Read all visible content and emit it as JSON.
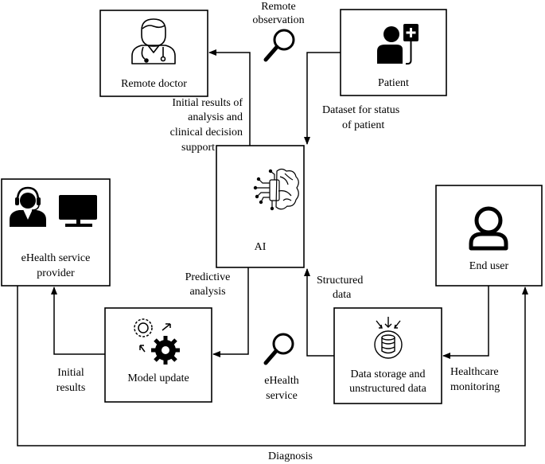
{
  "nodes": {
    "remote_doctor": "Remote doctor",
    "patient": "Patient",
    "ai": "AI",
    "ehealth_provider_line1": "eHealth service",
    "ehealth_provider_line2": "provider",
    "end_user": "End user",
    "model_update": "Model update",
    "data_storage_line1": "Data storage and",
    "data_storage_line2": "unstructured data"
  },
  "edges": {
    "remote_observation_1": "Remote",
    "remote_observation_2": "observation",
    "dataset_1": "Dataset for status",
    "dataset_2": "of patient",
    "initial_analysis_1": "Initial results of",
    "initial_analysis_2": "analysis and",
    "initial_analysis_3": "clinical decision",
    "initial_analysis_4": "support",
    "predictive_1": "Predictive",
    "predictive_2": "analysis",
    "structured_1": "Structured",
    "structured_2": "data",
    "initial_results_1": "Initial",
    "initial_results_2": "results",
    "ehealth_service_1": "eHealth",
    "ehealth_service_2": "service",
    "healthcare_1": "Healthcare",
    "healthcare_2": "monitoring",
    "diagnosis": "Diagnosis"
  },
  "icons": [
    "doctor-icon",
    "patient-iv-icon",
    "ai-brain-icon",
    "call-center-icon",
    "monitor-icon",
    "user-icon",
    "gears-icon",
    "database-icon",
    "magnifier-icon"
  ]
}
